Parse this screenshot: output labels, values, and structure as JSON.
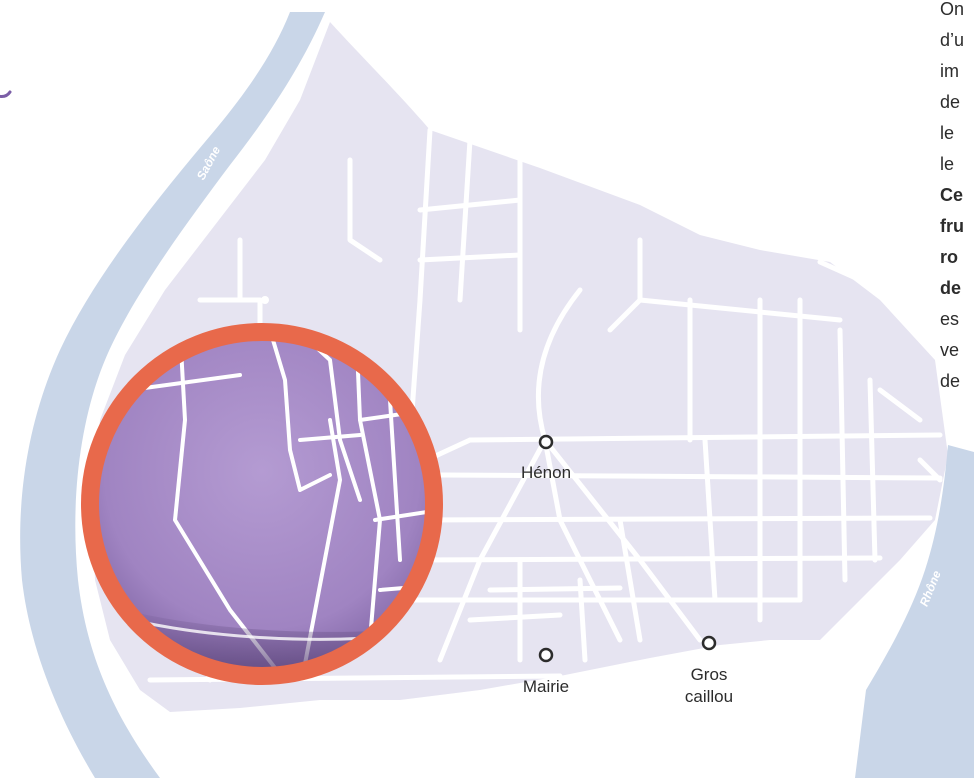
{
  "map": {
    "rivers": {
      "left": {
        "name": "Saône"
      },
      "right": {
        "name": "Rhône"
      }
    },
    "places": [
      {
        "id": "henon",
        "label": "Hénon"
      },
      {
        "id": "mairie",
        "label": "Mairie"
      },
      {
        "id": "gros-caillou",
        "label_lines": [
          "Gros",
          "caillou"
        ]
      }
    ],
    "colors": {
      "river": "#c9d6e8",
      "district": "#e6e4f1",
      "streets": "#ffffff",
      "magnifier_ring": "#e8694b",
      "magnifier_fill": "#a58cc6",
      "text": "#2c2c2c",
      "accent_stroke": "#7b5ea7"
    }
  },
  "side_text": {
    "lines": [
      {
        "text": "On",
        "bold": false
      },
      {
        "text": "d’u",
        "bold": false
      },
      {
        "text": "im",
        "bold": false
      },
      {
        "text": "de",
        "bold": false
      },
      {
        "text": "le",
        "bold": false
      },
      {
        "text": "le",
        "bold": false
      },
      {
        "text": "Ce",
        "bold": true
      },
      {
        "text": "fru",
        "bold": true
      },
      {
        "text": "ro",
        "bold": true
      },
      {
        "text": "de",
        "bold": true
      },
      {
        "text": "es",
        "bold": false
      },
      {
        "text": "ve",
        "bold": false
      },
      {
        "text": "de",
        "bold": false
      }
    ]
  }
}
